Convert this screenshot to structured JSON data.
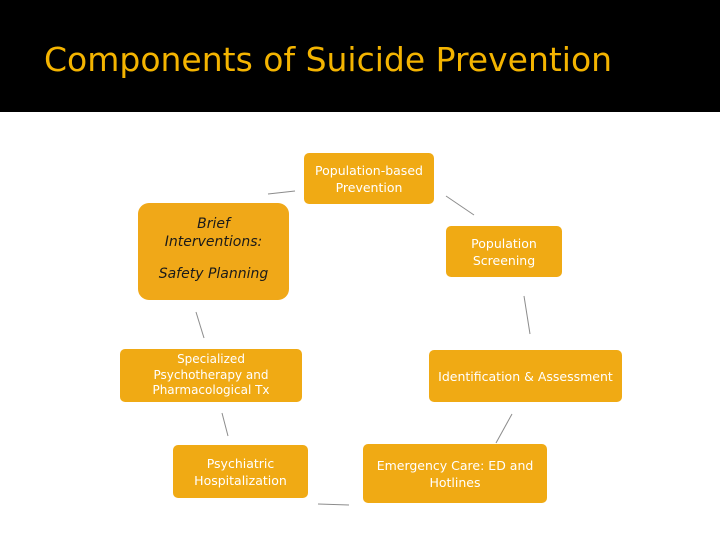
{
  "title": "Components of Suicide Prevention",
  "nodes": {
    "population_based": [
      "Population-based",
      "Prevention"
    ],
    "population_screening": [
      "Population",
      "Screening"
    ],
    "identification": [
      "Identification & Assessment"
    ],
    "emergency_care": [
      "Emergency Care: ED and",
      "Hotlines"
    ],
    "psychiatric": [
      "Psychiatric",
      "Hospitalization"
    ],
    "specialized": [
      "Specialized",
      "Psychotherapy and",
      "Pharmacological Tx"
    ],
    "brief": [
      "Brief",
      "Interventions:",
      "Safety Planning"
    ]
  },
  "colors": {
    "title": "#f4b400",
    "node_fill": "#f0aa14",
    "title_bar": "#000000"
  }
}
